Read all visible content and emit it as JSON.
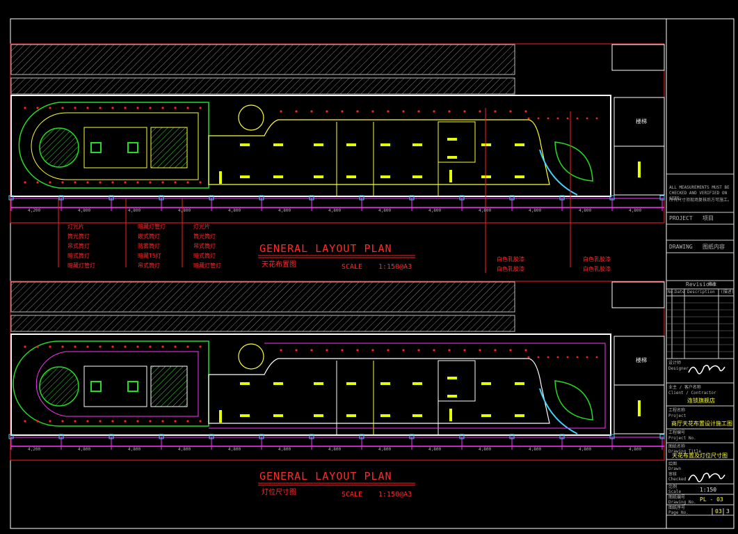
{
  "plans": [
    {
      "title": "GENERAL LAYOUT PLAN",
      "subtitle": "天花布置图",
      "scale_label": "SCALE",
      "scale_value": "1:150@A3",
      "legend_left": [
        {
          "col": 1,
          "items": [
            "灯光片",
            "筒光筒灯",
            "吊式筒灯",
            "暗式筒灯",
            "暗藏灯管灯"
          ]
        },
        {
          "col": 2,
          "items": [
            "暗藏灯管灯",
            "嵌式筒灯",
            "防雾筒灯",
            "暗藏T5灯",
            "吊式筒灯"
          ]
        },
        {
          "col": 3,
          "items": [
            "灯光片",
            "筒光筒灯",
            "吊式筒灯",
            "暗式筒灯",
            "暗藏灯管灯"
          ]
        }
      ],
      "legend_right": [
        {
          "col": 4,
          "items": [
            "白色乳胶漆",
            "白色乳胶漆"
          ]
        },
        {
          "col": 5,
          "items": [
            "白色乳胶漆",
            "白色乳胶漆"
          ]
        }
      ]
    },
    {
      "title": "GENERAL LAYOUT PLAN",
      "subtitle": "灯位尺寸图",
      "scale_label": "SCALE",
      "scale_value": "1:150@A3"
    }
  ],
  "dimensions": [
    "4,200",
    "4,800",
    "4,800",
    "4,800",
    "4,800",
    "4,800",
    "4,800",
    "4,800",
    "4,800",
    "4,800",
    "4,800",
    "4,800",
    "4,800"
  ],
  "stairs_label": "楼梯",
  "title_block": {
    "note_en": "ALL MEASUREMENTS MUST BE CHECKED AND VERIFIED ON SITE.",
    "note_cn": "所有尺寸须现场复核后方可施工。",
    "project_label": "PROJECT",
    "project_value": "项目",
    "drawing_label": "DRAWING",
    "drawing_value": "图纸内容",
    "revisions_label": "Revisions",
    "revisions_cn": "修改",
    "rev_cols": [
      "No.",
      "Date",
      "Description",
      "(描述)"
    ],
    "designer_label": "设计师",
    "designer_en": "Designer",
    "client_label": "业主 / 客户名称",
    "client_en": "Client / Contractor",
    "client_value": "连锁旗舰店",
    "project_name_label": "工程名称",
    "project_name_en": "Project",
    "project_name_value": "商厅天花布置设计施工图",
    "project_no_label": "工程编号",
    "project_no_en": "Project No.",
    "drawing_title_label": "图纸名称",
    "drawing_title_en": "Drawing Title",
    "drawing_title_value": "天花布置及灯位尺寸图",
    "drawn_label": "绘图",
    "drawn_en": "Drawn",
    "checked_label": "审核",
    "checked_en": "Checked",
    "scale_label": "比例",
    "scale_en": "Scale",
    "scale_value": "1:150",
    "drawing_no_label": "图纸编号",
    "drawing_no_en": "Drawing No.",
    "drawing_no_value": "PL - 03",
    "page_label": "图纸序号",
    "page_en": "Page No.",
    "page_value": "03",
    "page_total": "3"
  },
  "colors": {
    "frame": "#ff2020",
    "wall": "#ffffff",
    "ceiling_green": "#22dd22",
    "cyan": "#3fd6ff",
    "yellow": "#ffff33",
    "magenta": "#ff33ff",
    "fixture": "#e6ff00"
  }
}
